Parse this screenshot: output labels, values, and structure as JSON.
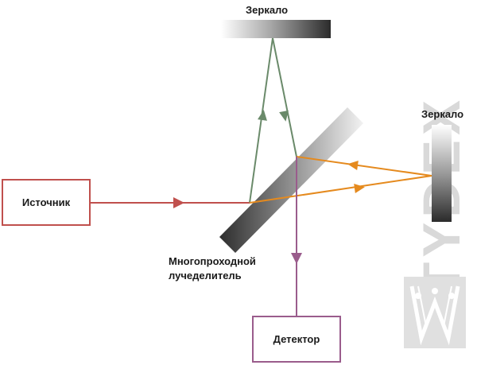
{
  "labels": {
    "mirror_top": "Зеркало",
    "mirror_right": "Зеркало",
    "source": "Источник",
    "beamsplitter_line1": "Многопроходной",
    "beamsplitter_line2": "лучеделитель",
    "detector": "Детектор"
  },
  "watermark": {
    "text": "TYDEX"
  },
  "colors": {
    "source_beam": "#c0504d",
    "mirror_beam": "#6a8a6a",
    "reflected_beam": "#e58a1e",
    "detector_beam": "#9a5c8c",
    "source_box": "#c0504d",
    "detector_box": "#9a5c8c",
    "watermark": "#d9d9d9"
  },
  "icons": {
    "watermark_logo": "tydex-logo-icon",
    "arrowhead": "arrowhead-icon"
  }
}
